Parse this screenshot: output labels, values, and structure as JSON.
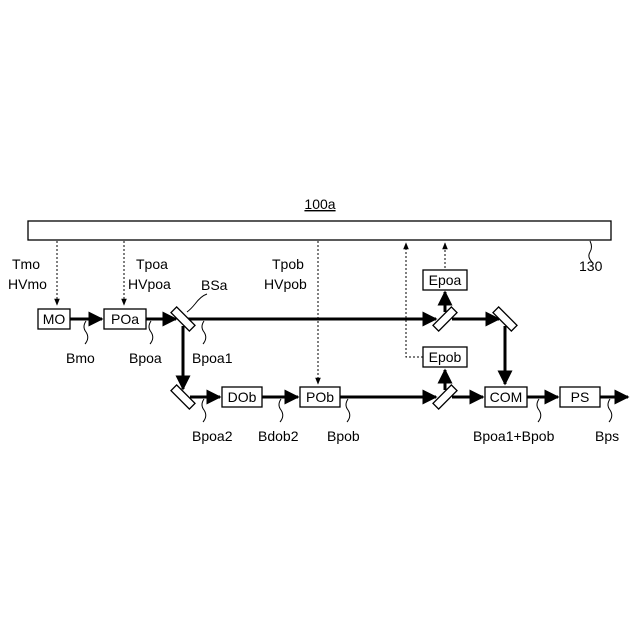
{
  "title": "100a",
  "controller_ref": "130",
  "control_labels": {
    "mo": [
      "Tmo",
      "HVmo"
    ],
    "poa": [
      "Tpoa",
      "HVpoa"
    ],
    "pob": [
      "Tpob",
      "HVpob"
    ]
  },
  "blocks": {
    "mo": "MO",
    "poa": "POa",
    "dob": "DOb",
    "pob": "POb",
    "com": "COM",
    "ps": "PS",
    "epoa": "Epoa",
    "epob": "Epob"
  },
  "splitter_label": "BSa",
  "beam_labels": {
    "bmo": "Bmo",
    "bpoa": "Bpoa",
    "bpoa1": "Bpoa1",
    "bpoa2": "Bpoa2",
    "bdob2": "Bdob2",
    "bpob": "Bpob",
    "combined": "Bpoa1+Bpob",
    "bps": "Bps"
  }
}
